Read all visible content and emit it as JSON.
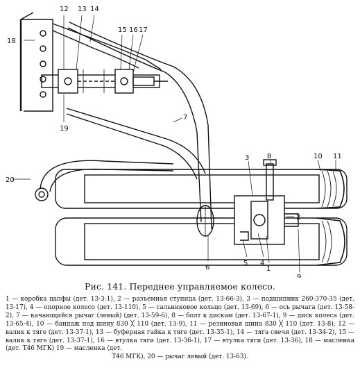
{
  "figure": {
    "callouts": [
      "1",
      "2",
      "3",
      "4",
      "5",
      "6",
      "7",
      "8",
      "9",
      "10",
      "11",
      "12",
      "13",
      "14",
      "15",
      "16",
      "17",
      "18",
      "19",
      "20"
    ],
    "caption": "Рис. 141. Переднее управляемое колесо.",
    "legend_main": "1 — коробка цапфы (дет. 13-3-1), 2 — разъемная ступица (дет. 13-66-3), 3 — подшипник 260-370-35 (дет. 13-17), 4 — опорное колесо (дет. 13-110), 5 — сальниковое кольцо (дет. 13-69), 6 — ось рычага (дет. 13-58-2), 7 — качающийся рычаг (левый) (дет. 13-59-6), 8 — болт к дискам (дет. 13-67-1), 9 — диск колеса (дет. 13-65-4), 10 — бандаж под шину 830 ╳ 110 (дет. 13-9), 11 — резиновая шина 830 ╳ 110 (дет. 13-8), 12 — валик к тяге (дет. 13-37-1), 13 — буферная гайка к тяге (дет. 13-35-1), 14 — тяга свечи (дет. 13-34-2), 15 — валик к тяге (дет. 13-37-1), 16 — втулка тяги (дет. 13-36-1), 17 — втулка тяги (дет. 13-36), 18 — масленка (дет. Т46 МГК) 19 — масленка (дет.",
    "legend_last": "Т46 МГК), 20 — рычаг левый (дет. 13-63)."
  }
}
